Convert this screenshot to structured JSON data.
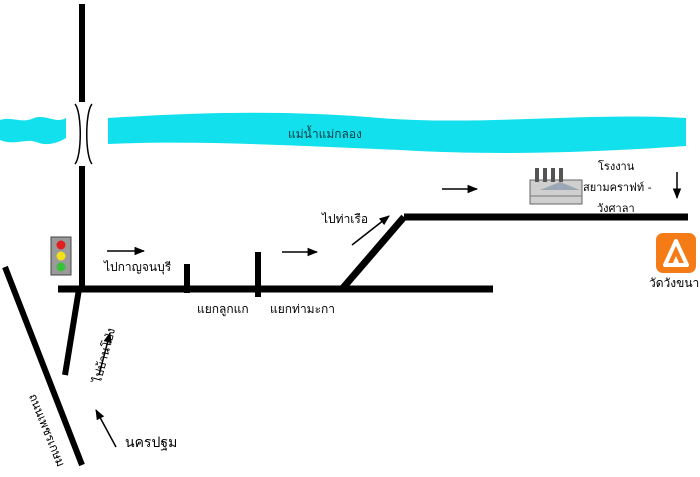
{
  "labels": {
    "river": "แม่น้ำแม่กลอง",
    "to_kanchanaburi": "ไปกาญจนบุรี",
    "luk_kae_junction": "แยกลูกแก",
    "tha_makha_junction": "แยกท่ามะกา",
    "to_pier": "ไปท่าเรือ",
    "factory_line1": "โรงงาน",
    "factory_line2": "สยามคราฟท์ -",
    "factory_line3": "วังศาลา",
    "temple": "วัดวังขนาย",
    "nakhon_pathom": "นครปฐม",
    "to_ban_pong": "ไปบ้านโป่ง",
    "phetkasem_road": "ถนนเพชรเกษม"
  },
  "icons": {
    "traffic_light": "traffic-light-icon",
    "factory": "factory-icon",
    "temple": "camping-tent-icon"
  },
  "colors": {
    "river": "#12e0ec",
    "road": "#000000",
    "temple_badge": "#f57b16",
    "traffic_light_red": "#e02020",
    "traffic_light_yellow": "#f2e21a",
    "traffic_light_green": "#38c23a"
  }
}
